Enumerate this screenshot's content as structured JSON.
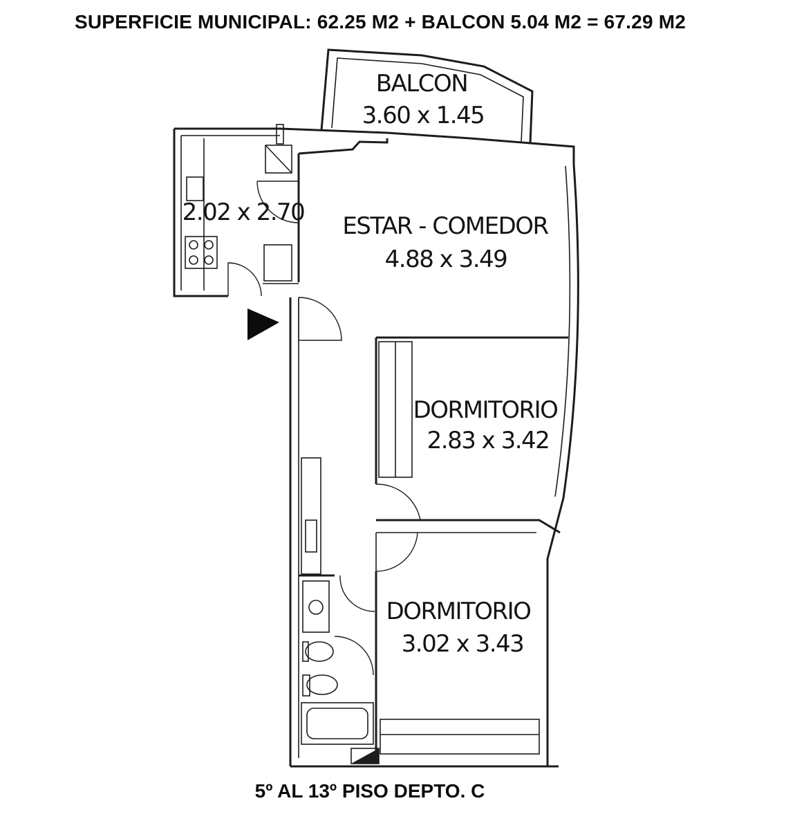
{
  "header": {
    "title": "SUPERFICIE MUNICIPAL: 62.25 M2 + BALCON 5.04 M2 = 67.29 M2"
  },
  "footer": {
    "label": "5º AL 13º PISO DEPTO. C"
  },
  "rooms": {
    "balcon": {
      "name": "BALCON",
      "dimensions": "3.60 x 1.45"
    },
    "cocina": {
      "dimensions": "2.02 x 2.70"
    },
    "estar_comedor": {
      "name": "ESTAR - COMEDOR",
      "dimensions": "4.88 x 3.49"
    },
    "dormitorio_1": {
      "name": "DORMITORIO",
      "dimensions": "2.83 x 3.42"
    },
    "dormitorio_2": {
      "name": "DORMITORIO",
      "dimensions": "3.02 x 3.43"
    }
  },
  "colors": {
    "ink": "#1c1c1c",
    "background": "#ffffff"
  },
  "icons": {
    "entrance": "entrance-arrow-icon"
  }
}
